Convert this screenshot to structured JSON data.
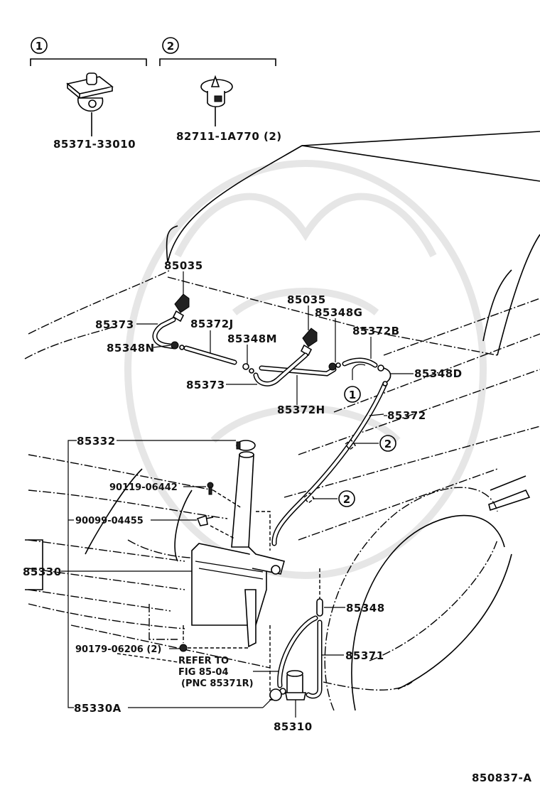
{
  "diagram": {
    "type": "exploded-parts-diagram",
    "subject": "Windshield / headlamp washer system",
    "figure_code": "850837-A",
    "detail_groups": [
      {
        "ref": "1",
        "part_number": "85371-33010"
      },
      {
        "ref": "2",
        "part_number": "82711-1A770 (2)"
      }
    ],
    "callouts": {
      "c_85035_left": "85035",
      "c_85373_upper": "85373",
      "c_85348N": "85348N",
      "c_85372J": "85372J",
      "c_85348M": "85348M",
      "c_85373_lower": "85373",
      "c_85035_right": "85035",
      "c_85348G": "85348G",
      "c_85372B": "85372B",
      "c_85348D": "85348D",
      "c_85372H": "85372H",
      "c_85372": "85372",
      "c_85332": "85332",
      "c_90119": "90119-06442",
      "c_90099": "90099-04455",
      "c_85330": "85330",
      "c_90179": "90179-06206 (2)",
      "c_85348": "85348",
      "c_85371": "85371",
      "c_85330A": "85330A",
      "c_85310": "85310"
    },
    "clip_refs": {
      "ref1": "1",
      "ref2a": "2",
      "ref2b": "2"
    },
    "note": {
      "line1": "REFER TO",
      "line2": "FIG 85-04",
      "line3": "(PNC 85371R)"
    }
  }
}
